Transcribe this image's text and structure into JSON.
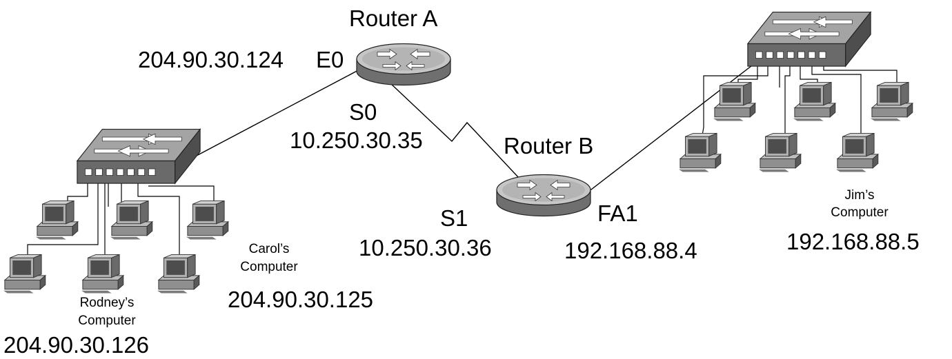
{
  "diagram": {
    "router_a": {
      "name": "Router A",
      "e0_ip": "204.90.30.124",
      "e0_iface": "E0",
      "s0_iface": "S0",
      "s0_ip": "10.250.30.35"
    },
    "router_b": {
      "name": "Router B",
      "s1_iface": "S1",
      "s1_ip": "10.250.30.36",
      "fa1_iface": "FA1",
      "fa1_ip": "192.168.88.4"
    },
    "left_lan": {
      "carol_line1": "Carol’s",
      "carol_line2": "Computer",
      "carol_ip": "204.90.30.125",
      "rodney_line1": "Rodney’s",
      "rodney_line2": "Computer",
      "rodney_ip": "204.90.30.126"
    },
    "right_lan": {
      "jim_line1": "Jim’s",
      "jim_line2": "Computer",
      "jim_ip": "192.168.88.5"
    }
  },
  "colors": {
    "line": "#000000",
    "router_top": "#c9c9c9",
    "router_side": "#7d7d7d",
    "switch_top": "#a8a8a8",
    "switch_front": "#6e6e6e",
    "pc_body": "#9a9a9a",
    "pc_dark": "#4a4a4a"
  }
}
